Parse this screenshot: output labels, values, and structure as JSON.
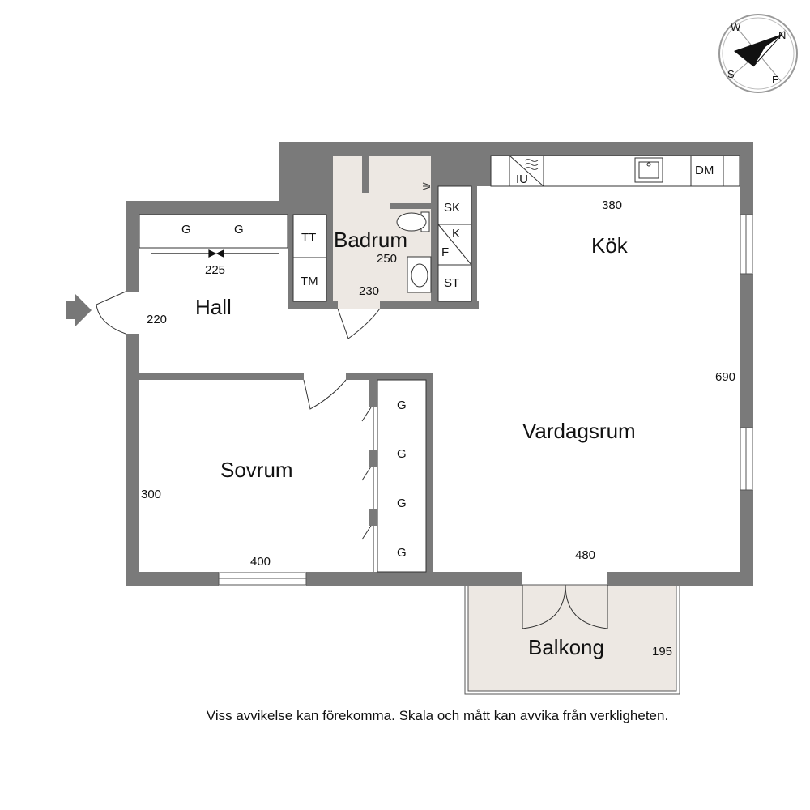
{
  "rooms": {
    "badrum": "Badrum",
    "kok": "Kök",
    "hall": "Hall",
    "vardagsrum": "Vardagsrum",
    "sovrum": "Sovrum",
    "balkong": "Balkong"
  },
  "dimensions": {
    "kok_width": "380",
    "hall_width": "225",
    "hall_depth": "220",
    "badrum_width": "250",
    "badrum_depth": "230",
    "vardagsrum_depth": "690",
    "sovrum_depth": "300",
    "sovrum_width": "400",
    "vardagsrum_width": "480",
    "balkong_depth": "195"
  },
  "fixtures": {
    "hall_wardrobe_left": "G",
    "hall_wardrobe_right": "G",
    "tt": "TT",
    "tm": "TM",
    "sk": "SK",
    "k": "K",
    "f": "F",
    "st": "ST",
    "iu": "IU",
    "dm": "DM",
    "sovrum_wardrobe": [
      "G",
      "G",
      "G",
      "G"
    ]
  },
  "compass": {
    "n": "N",
    "e": "E",
    "s": "S",
    "w": "W"
  },
  "colors": {
    "wall": "#7a7a7a",
    "wet_floor": "#ede8e3",
    "balcony_floor": "#ede8e3"
  },
  "disclaimer": "Viss avvikelse kan förekomma. Skala och mått kan avvika från verkligheten."
}
